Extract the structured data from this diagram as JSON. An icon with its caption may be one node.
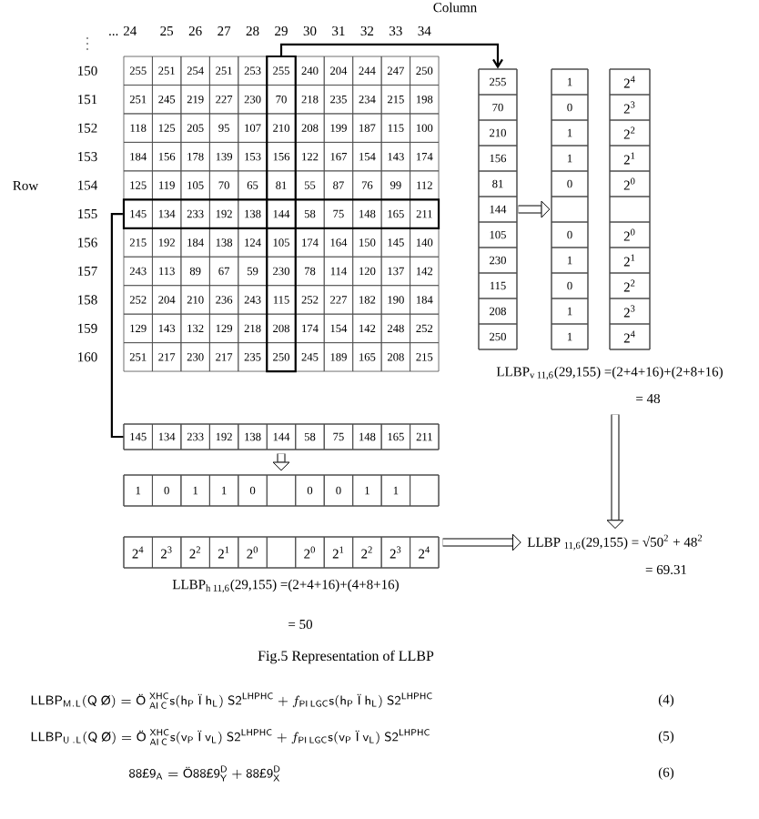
{
  "diagram": {
    "caption": "Fig.5 Representation of LLBP",
    "nodes": [
      {
        "text": [],
        "shape": "box"
      },
      {
        "text": [],
        "shape": "box"
      },
      {
        "text": [
          "255",
          "70",
          "210",
          "156",
          "81",
          "144",
          "105",
          "230",
          "115",
          "208",
          "250"
        ]
      },
      {
        "text": [
          "1",
          "0",
          "1",
          "1",
          "0",
          "0",
          "1",
          "0",
          "1",
          "1"
        ]
      },
      {
        "text": [
          "2$^{4}$",
          "2$^{3}$",
          "2$^{2}$",
          "2$^{1}$",
          "2$^{0}$",
          "2$^{0}$",
          "2$^{1}$",
          "2$^{2}$",
          "2$^{3}$",
          "2$^{4}$"
        ]
      },
      {
        "text": [
          "145",
          "134",
          "233",
          "192",
          "138",
          "144",
          "58",
          "75",
          "148",
          "165",
          "211"
        ]
      },
      {
        "text": [
          "1",
          "0",
          "1",
          "1",
          "0",
          "0",
          "0",
          "1",
          "1"
        ]
      },
      {
        "text": [
          "2$^{4}$",
          "2$^{3}$",
          "2$^{2}$",
          "2$^{1}$",
          "2$^{0}$",
          "2$^{0}$",
          "2$^{1}$",
          "2$^{2}$",
          "2$^{3}$",
          "2$^{4}$"
        ]
      },
      {
        "text": [
          "LLBP$_{v 11,6}$(29,155) =(2+4+16)+(2+8+16)"
        ],
        "beside": [
          "= 48"
        ]
      },
      {
        "text": [
          "LLBP$_{h 11,6}$(29,155) =(2+4+16)+(4+8+16)"
        ],
        "beside": [
          "= 50"
        ]
      },
      {
        "text": [
          "LLBP $_{11,6}$(29,155) = √50$^{2}$ + 48$^{2}$"
        ],
        "beside": [
          "= 69.31"
        ]
      }
    ],
    "edges": [
      {
        "from": 0,
        "to": 2,
        "arrow": "to"
      },
      {
        "from": 1,
        "to": 5,
        "arrow": "none"
      },
      {
        "from": 2,
        "to": 3,
        "arrow": "to"
      },
      {
        "from": 5,
        "to": 6,
        "arrow": "to"
      },
      {
        "from": 8,
        "to": 10,
        "arrow": "to"
      },
      {
        "from": 7,
        "to": 10,
        "arrow": "to"
      }
    ],
    "labels": [
      "Column",
      "... 24",
      "25",
      "26",
      "27",
      "28",
      "29",
      "30",
      "31",
      "32",
      "33",
      "34",
      "150",
      "255",
      "251",
      "254",
      "251",
      "253",
      "255",
      "240",
      "204",
      "244",
      "247",
      "250",
      "151",
      "251",
      "245",
      "219",
      "227",
      "230",
      "70",
      "218",
      "235",
      "234",
      "215",
      "198",
      "152",
      "118",
      "125",
      "205",
      "95",
      "107",
      "210",
      "208",
      "199",
      "187",
      "115",
      "100",
      "153",
      "184",
      "156",
      "178",
      "139",
      "153",
      "156",
      "122",
      "167",
      "154",
      "143",
      "174",
      "154",
      "125",
      "119",
      "105",
      "70",
      "65",
      "81",
      "55",
      "87",
      "76",
      "99",
      "112",
      "155",
      "145",
      "134",
      "233",
      "192",
      "138",
      "144",
      "58",
      "75",
      "148",
      "165",
      "211",
      "156",
      "215",
      "192",
      "184",
      "138",
      "124",
      "105",
      "174",
      "164",
      "150",
      "145",
      "140",
      "157",
      "243",
      "113",
      "89",
      "67",
      "59",
      "230",
      "78",
      "114",
      "120",
      "137",
      "142",
      "158",
      "252",
      "204",
      "210",
      "236",
      "243",
      "115",
      "252",
      "227",
      "182",
      "190",
      "184",
      "159",
      "129",
      "143",
      "132",
      "129",
      "218",
      "208",
      "174",
      "154",
      "142",
      "248",
      "252",
      "160",
      "251",
      "217",
      "230",
      "217",
      "235",
      "250",
      "245",
      "189",
      "165",
      "208",
      "215",
      "Row",
      "\\mathsf{LLBP}_{\\mathsf{M.L}}(\\mathsf{Q}\\ \\mbox{Ø}) = \\mbox{Ö}\\ {}^{\\mathsf{XHC}}_{\\mathsf{AI\\,C}}\\mathsf{s}(\\mathsf{h}_{\\mathsf{P}}\\ \\mbox{Ï}\\ \\mathsf{h}_{\\mathsf{L}})\\ \\mathsf{S2}^{\\mathsf{LHPHC}} + f_{\\mathsf{PI\\,LGC}}\\mathsf{s}(\\mathsf{h}_{\\mathsf{P}}\\ \\mbox{Ï}\\ \\mathsf{h}_{\\mathsf{L}})\\ \\mathsf{S2}^{\\mathsf{LHPHC}}",
      "(4)",
      "\\mathsf{LLBP}_{\\mathsf{U\\,.L}}(\\mathsf{Q}\\ \\mbox{Ø}) = \\mbox{Ö}\\ {}^{\\mathsf{XHC}}_{\\mathsf{AI\\,C}}\\mathsf{s}(\\mathsf{v}_{\\mathsf{P}}\\ \\mbox{Ï}\\ \\mathsf{v}_{\\mathsf{L}})\\ \\mathsf{S2}^{\\mathsf{LHPHC}} + f_{\\mathsf{PI\\,LGC}}\\mathsf{s}(\\mathsf{v}_{\\mathsf{P}}\\ \\mbox{Ï}\\ \\mathsf{v}_{\\mathsf{L}})\\ \\mathsf{S2}^{\\mathsf{LHPHC}}",
      "(5)",
      "\\mathsf{88}\\mbox{£}\\mathsf{9}_{\\mathsf{A}} = \\mbox{Ö}\\mathsf{88}\\mbox{£}\\mathsf{9}_{\\mathsf{Y}}^{\\mathsf{D}} + \\mathsf{88}\\mbox{£}\\mathsf{9}_{\\mathsf{X}}^{\\mathsf{D}}",
      "(6)"
    ]
  }
}
